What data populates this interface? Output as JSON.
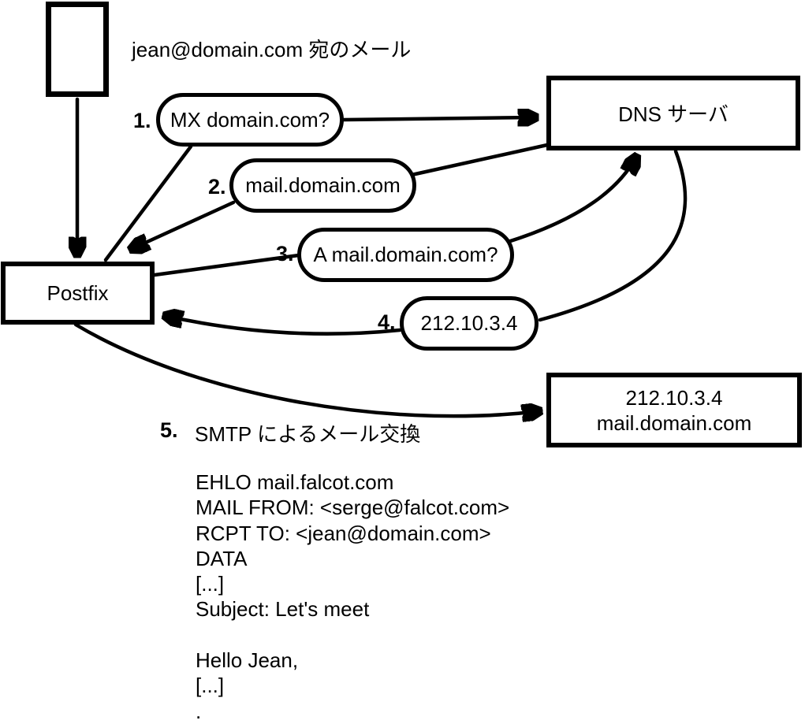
{
  "diagram": {
    "title": "jean@domain.com 宛のメール",
    "nodes": {
      "postfix": "Postfix",
      "dns_server": "DNS サーバ",
      "mail_server_line1": "212.10.3.4",
      "mail_server_line2": "mail.domain.com"
    },
    "steps": [
      {
        "num": "1.",
        "label": "MX domain.com?"
      },
      {
        "num": "2.",
        "label": "mail.domain.com"
      },
      {
        "num": "3.",
        "label": "A mail.domain.com?"
      },
      {
        "num": "4.",
        "label": "212.10.3.4"
      },
      {
        "num": "5.",
        "label": "SMTP によるメール交換"
      }
    ],
    "smtp_session": [
      "EHLO mail.falcot.com",
      "MAIL FROM: <serge@falcot.com>",
      "RCPT TO: <jean@domain.com>",
      "DATA",
      "[...]",
      "Subject: Let's meet",
      "",
      "Hello Jean,",
      "[...]",
      "."
    ]
  },
  "colors": {
    "ink": "#000000",
    "background": "#ffffff"
  }
}
